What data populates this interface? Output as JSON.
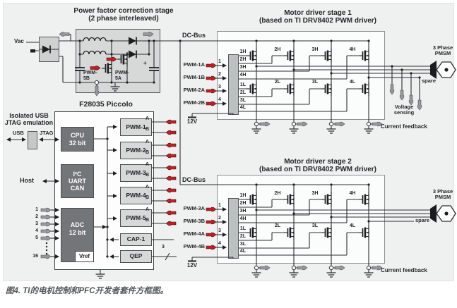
{
  "colors": {
    "panel": "#eff1f1",
    "boxgray": "#d7d9d9",
    "darkbox": "#737678",
    "driver": "#bdc0c1",
    "pluggray": "#95999a",
    "red": "#bf2026",
    "line": "#2b2e30",
    "caption": "#53575a"
  },
  "caption": "图4. TI的电机控制和PFC开发者套件方框图。",
  "pfc": {
    "title": "Power factor correction stage\n(2 phase interleaved)",
    "vac": "Vac",
    "q_b": "PWM-\n5B",
    "q_a": "PWM-\n5A",
    "cap_plus": "+"
  },
  "mcu": {
    "title": "F28035 Piccolo",
    "jtag_heading": "Isolated USB\nJTAG emulation",
    "usb": "USB",
    "jtag": "JTAG",
    "host": "Host",
    "cpu": "CPU\n32 bit",
    "comm": "I²C\nUART\nCAN",
    "adc": "ADC\n12 bit",
    "vref": "Vref",
    "adc_in": [
      "1",
      "2",
      "3",
      "4",
      "5",
      "16"
    ],
    "pwm": [
      "PWM-1",
      "PWM-2",
      "PWM-3",
      "PWM-4",
      "PWM-5"
    ],
    "out_a": "A",
    "out_b": "B",
    "cap": "CAP-1",
    "qep": "QEP",
    "qep_width": "3"
  },
  "stage1": {
    "title": "Motor driver stage 1\n(based on TI DRV8402 PWM driver)",
    "dcbus": "DC-Bus",
    "in_labels": [
      "PWM-1A",
      "PWM-1B",
      "PWM-2A",
      "PWM-2B"
    ],
    "in_nums": [
      "1",
      "2",
      "3",
      "4"
    ],
    "supply": "12V",
    "out": [
      "1H",
      "2H",
      "3H",
      "4H",
      "1L",
      "2L",
      "3L",
      "4L"
    ],
    "fets": [
      "2H",
      "3H",
      "4H",
      "2L",
      "3L",
      "4L"
    ],
    "motor": "3 Phase\nPMSM",
    "spare": "spare",
    "vsense": "Voltage\nsensing",
    "ifb": "Current feedback"
  },
  "stage2": {
    "title": "Motor driver stage 2\n(based on TI DRV8402 PWM driver)",
    "dcbus": "DC-Bus",
    "in_labels": [
      "PWM-3A",
      "PWM-3B",
      "PWM-4A",
      "PWM-4B"
    ],
    "in_nums": [
      "1",
      "2",
      "3",
      "4"
    ],
    "supply": "12V",
    "out": [
      "1H",
      "2H",
      "3H",
      "4H",
      "1L",
      "2L",
      "3L",
      "4L"
    ],
    "fets": [
      "2H",
      "3H",
      "4H",
      "2L",
      "3L",
      "4L"
    ],
    "motor": "3 Phase\nPMSM",
    "spare": "spare",
    "ifb": "Current feedback"
  }
}
